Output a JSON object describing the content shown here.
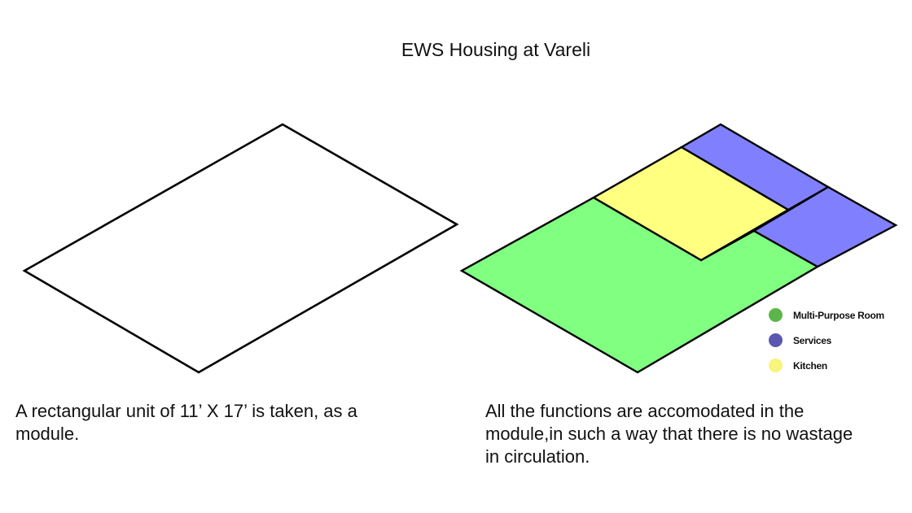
{
  "title": "EWS Housing at Vareli",
  "left_panel": {
    "caption": "A rectangular unit of 11’ X 17’  is taken, as a\nmodule."
  },
  "right_panel": {
    "caption": "All the functions are accomodated in the\nmodule,in such a way that there is no wastage\nin circulation.",
    "zones": [
      {
        "name": "Multi-Purpose Room",
        "color": "#80ff80"
      },
      {
        "name": "Kitchen",
        "color": "#ffff80"
      },
      {
        "name": "Services",
        "color": "#8080ff"
      }
    ],
    "legend": [
      {
        "label": "Multi-Purpose Room",
        "color": "#5cb54a"
      },
      {
        "label": "Services",
        "color": "#5a57b0"
      },
      {
        "label": "Kitchen",
        "color": "#f7f57a"
      }
    ]
  }
}
